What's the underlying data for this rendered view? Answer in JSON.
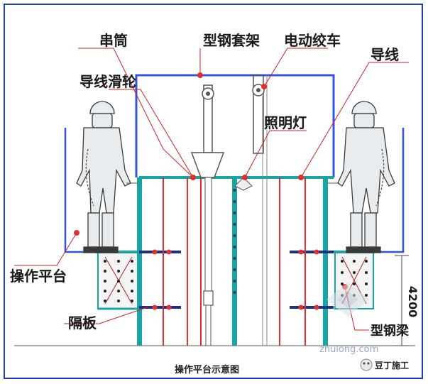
{
  "labels": {
    "string_tube": "串筒",
    "steel_frame": "型钢套架",
    "electric_winch": "电动绞车",
    "wire": "导线",
    "wire_pulley": "导线滑轮",
    "lighting_lamp": "照明灯",
    "operation_platform": "操作平台",
    "partition_board": "隔板",
    "steel_beam": "型钢梁"
  },
  "dimension": "4200",
  "caption": "操作平台示意图",
  "watermark": "zhulong.com",
  "logo_text": "豆丁施工",
  "colors": {
    "frame": "#1f3fbf",
    "blue_line": "#3355dd",
    "red_line": "#e03030",
    "teal": "#1aa5a5",
    "dark_blue": "#1c2f8a"
  }
}
